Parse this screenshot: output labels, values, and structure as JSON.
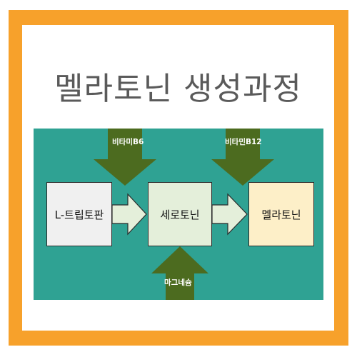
{
  "title": "멜라토닌 생성과정",
  "diagram": {
    "nodes": [
      {
        "id": "tryptophan",
        "label": "L-트립토판"
      },
      {
        "id": "serotonin",
        "label": "세로토닌"
      },
      {
        "id": "melatonin",
        "label": "멜라토닌"
      }
    ],
    "inputs": [
      {
        "id": "b6",
        "label": "비타미B6"
      },
      {
        "id": "b12",
        "label": "비타민B12"
      },
      {
        "id": "mg",
        "label": "마그네슘"
      }
    ]
  },
  "colors": {
    "frame": "#f7a12b",
    "panel": "#2fa293",
    "input_arrow": "#4c6b1f",
    "flow_arrow": "#e4efda",
    "title_text": "#5a5a5a"
  }
}
